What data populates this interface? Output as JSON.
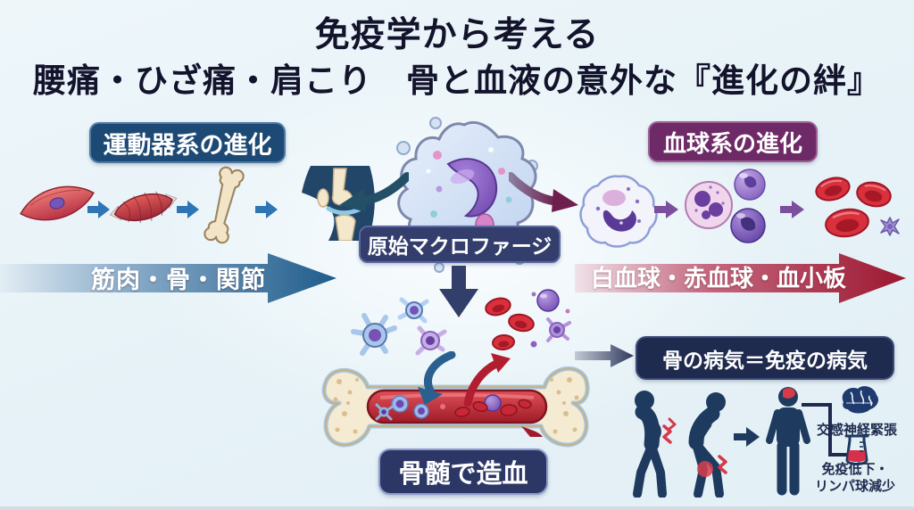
{
  "title": {
    "line1": "免疫学から考える",
    "line2": "腰痛・ひざ痛・肩こり　骨と血液の意外な『進化の絆』"
  },
  "tracks": {
    "motor": {
      "label": "運動器系の進化",
      "arrow_label": "筋肉・骨・関節",
      "icons": [
        "muscle-cell-icon",
        "muscle-icon",
        "bone-icon",
        "knee-joint-icon"
      ]
    },
    "blood": {
      "label": "血球系の進化",
      "arrow_label": "白血球・赤血球・血小板",
      "icons": [
        "white-blood-cell-icon",
        "cell-cluster-icon",
        "red-blood-cells-platelet-icon"
      ]
    }
  },
  "center": {
    "cell_label": "原始マクロファージ",
    "marrow_label": "骨髄で造血",
    "icons": [
      "macrophage-icon",
      "down-arrow-icon",
      "stromal-cells-icon",
      "released-blood-cells-icon",
      "bone-marrow-icon"
    ]
  },
  "outcome": {
    "disease_label": "骨の病気＝免疫の病気",
    "sympathetic_label": "交感神経緊張",
    "immune_line1": "免疫低下・",
    "immune_line2": "リンパ球減少",
    "icons": [
      "back-pain-figure-icon",
      "knee-pain-figure-icon",
      "patient-figure-icon",
      "brain-icon",
      "beaker-icon"
    ]
  },
  "colors": {
    "background": "#e9f4f8",
    "title_text": "#13132c",
    "motor_box": "#1d4a74",
    "blood_box": "#6e2a66",
    "navy_box": "#2c3766",
    "dark_box": "#1e2a4e",
    "motor_arrow": "#1f5c8b",
    "blood_arrow": "#9c1730",
    "step_arrow_blue": "#2e75b6",
    "step_arrow_purple": "#7b4f9e",
    "figure_navy": "#1e3a5f",
    "pain_red": "#d63a4a",
    "marrow_red": "#b52532"
  }
}
